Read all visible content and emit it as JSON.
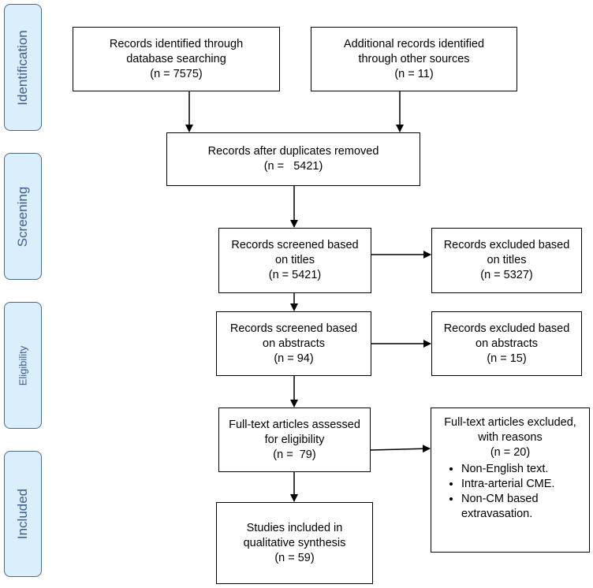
{
  "stages": {
    "identification": "Identification",
    "screening": "Screening",
    "eligibility": "Eligibility",
    "included": "Included"
  },
  "boxes": {
    "database": {
      "line1": "Records identified through",
      "line2": "database searching",
      "count": "(n = 7575)"
    },
    "other": {
      "line1": "Additional records identified",
      "line2": "through other sources",
      "count": "(n = 11)"
    },
    "duplicates": {
      "line1": "Records after duplicates removed",
      "count": "(n =   5421)"
    },
    "screened_titles": {
      "line1": "Records screened based",
      "line2": "on titles",
      "count": "(n = 5421)"
    },
    "excluded_titles": {
      "line1": "Records excluded based",
      "line2": "on titles",
      "count": "(n = 5327)"
    },
    "screened_abstracts": {
      "line1": "Records screened based",
      "line2": "on abstracts",
      "count": "(n = 94)"
    },
    "excluded_abstracts": {
      "line1": "Records excluded based",
      "line2": "on abstracts",
      "count": "(n = 15)"
    },
    "fulltext_assessed": {
      "line1": "Full-text articles assessed",
      "line2": "for eligibility",
      "count": "(n =  79)"
    },
    "fulltext_excluded": {
      "line1": "Full-text articles excluded,",
      "line2": "with reasons",
      "count": "(n = 20)",
      "reasons": [
        "Non-English text.",
        "Intra-arterial CME.",
        "Non-CM based extravasation."
      ]
    },
    "included": {
      "line1": "Studies included in",
      "line2": "qualitative synthesis",
      "count": "(n = 59)"
    }
  }
}
